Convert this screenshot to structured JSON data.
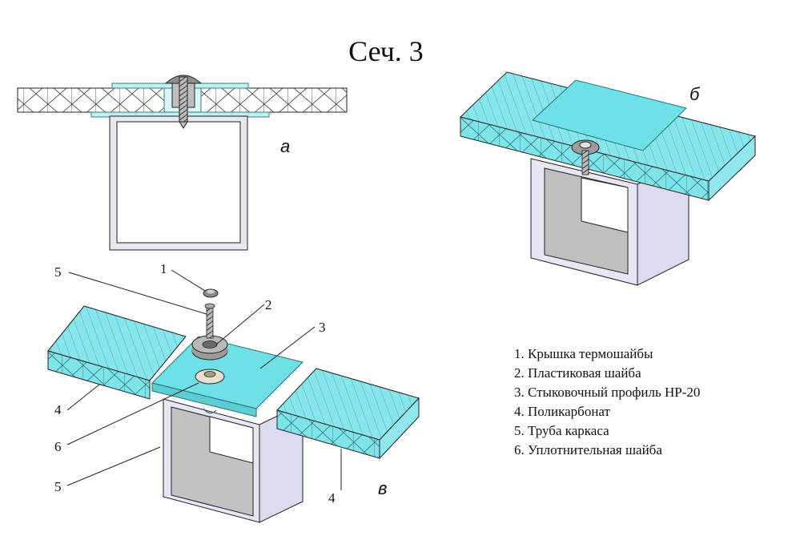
{
  "title": "Сеч. 3",
  "view_labels": {
    "a": "а",
    "b": "б",
    "v": "в"
  },
  "callouts": {
    "c1": "1",
    "c2": "2",
    "c3": "3",
    "c4_left": "4",
    "c4_right": "4",
    "c5_top": "5",
    "c5_bottom": "5",
    "c6": "6"
  },
  "legend": [
    "1. Крышка термошайбы",
    "2. Пластиковая шайба",
    "3. Стыковочный профиль HP-20",
    "4. Поликарбонат",
    "5. Труба каркаса",
    "6. Уплотнительная шайба"
  ],
  "colors": {
    "polycarbonate": "#7fe3ea",
    "profile": "#6ee0e8",
    "tube_face": "#e9e9f7",
    "tube_inner": "#c9c9c9",
    "metal": "#9a9a9a"
  }
}
